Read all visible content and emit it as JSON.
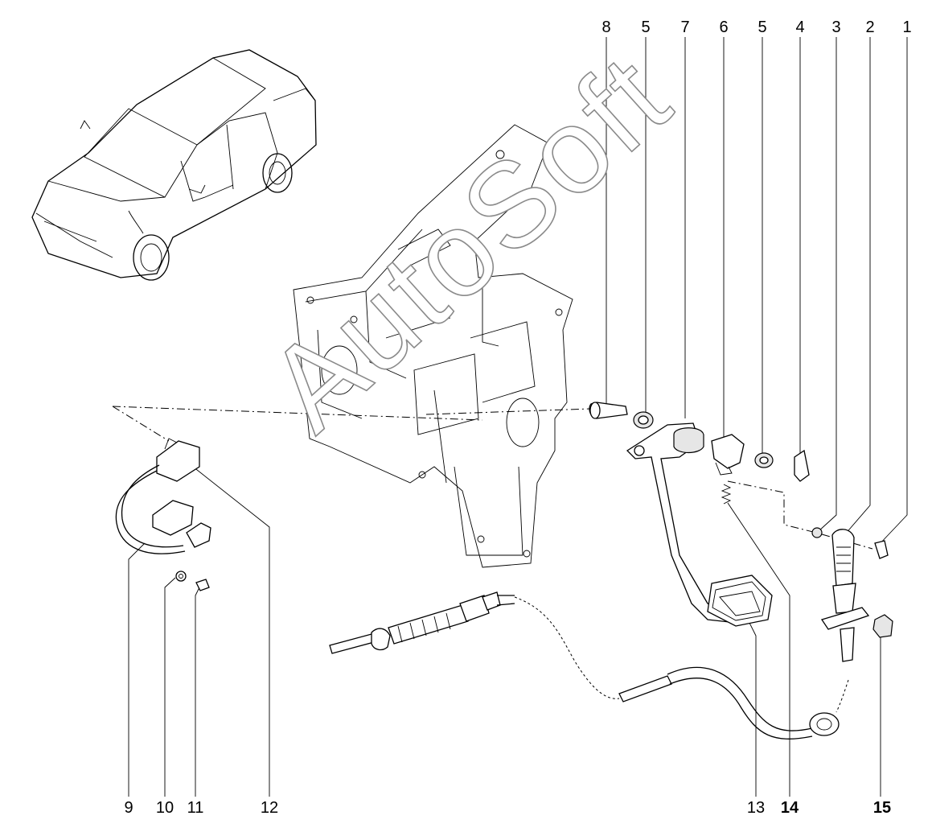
{
  "watermark": "AutoSoft",
  "callouts_top": [
    "8",
    "5",
    "7",
    "6",
    "5",
    "4",
    "3",
    "2",
    "1"
  ],
  "callouts_bottom": [
    "9",
    "10",
    "11",
    "12",
    "13",
    "14",
    "15"
  ],
  "icons": {
    "car": "car-illustration",
    "bracket": "pedal-bracket-drawing",
    "pedal": "clutch-pedal-drawing",
    "cable": "clutch-cable-drawing",
    "sensor": "pedal-sensor-drawing"
  }
}
